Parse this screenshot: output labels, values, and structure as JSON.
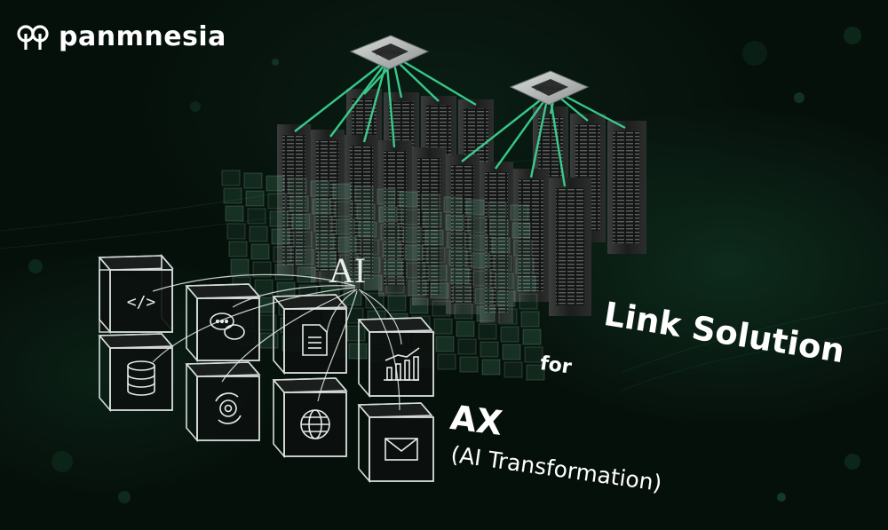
{
  "brand": {
    "name": "panmnesia"
  },
  "headline": {
    "link_solution": "Link Solution",
    "for": "for",
    "ax": "AX",
    "ax_full": "(AI Transformation)"
  },
  "ai_label": "AI",
  "chip_label": "panmnesia",
  "icons": [
    "code-icon",
    "chat-icon",
    "document-icon",
    "chart-icon",
    "database-icon",
    "gear-icon",
    "globe-icon",
    "mail-icon"
  ],
  "colors": {
    "accent_green": "#3ddc97",
    "background": "#06100b",
    "text": "#ffffff"
  }
}
